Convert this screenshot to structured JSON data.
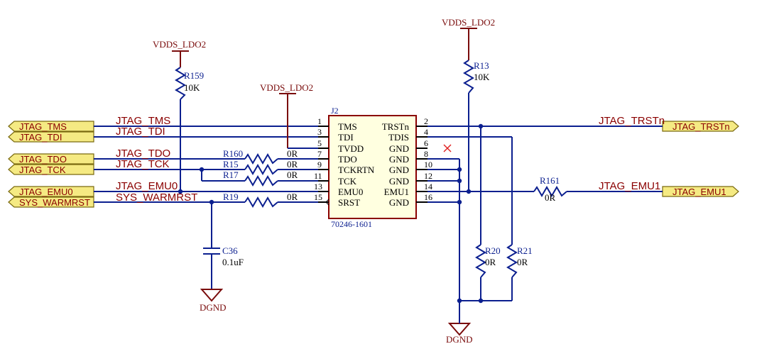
{
  "connector": {
    "refdes": "J2",
    "part": "70246-1601",
    "left_pins": [
      {
        "num": "1",
        "name": "TMS"
      },
      {
        "num": "3",
        "name": "TDI"
      },
      {
        "num": "5",
        "name": "TVDD"
      },
      {
        "num": "7",
        "name": "TDO"
      },
      {
        "num": "9",
        "name": "TCKRTN"
      },
      {
        "num": "11",
        "name": "TCK"
      },
      {
        "num": "13",
        "name": "EMU0"
      },
      {
        "num": "15",
        "name": "SRST"
      }
    ],
    "right_pins": [
      {
        "num": "2",
        "name": "TRSTn"
      },
      {
        "num": "4",
        "name": "TDIS"
      },
      {
        "num": "6",
        "name": "GND"
      },
      {
        "num": "8",
        "name": "GND"
      },
      {
        "num": "10",
        "name": "GND"
      },
      {
        "num": "12",
        "name": "GND"
      },
      {
        "num": "14",
        "name": "EMU1"
      },
      {
        "num": "16",
        "name": "GND"
      }
    ]
  },
  "ports_left": [
    "JTAG_TMS",
    "JTAG_TDI",
    "JTAG_TDO",
    "JTAG_TCK",
    "JTAG_EMU0",
    "SYS_WARMRST"
  ],
  "ports_right": [
    "JTAG_TRSTn",
    "JTAG_EMU1"
  ],
  "net_labels": {
    "tms": "JTAG_TMS",
    "tdi": "JTAG_TDI",
    "tdo": "JTAG_TDO",
    "tck": "JTAG_TCK",
    "emu0": "JTAG_EMU0",
    "warmrst": "SYS_WARMRST",
    "trstn": "JTAG_TRSTn",
    "emu1": "JTAG_EMU1"
  },
  "resistors": {
    "r159": {
      "ref": "R159",
      "value": "10K"
    },
    "r13": {
      "ref": "R13",
      "value": "10K"
    },
    "r160": {
      "ref": "R160",
      "value": "0R"
    },
    "r15": {
      "ref": "R15",
      "value": "0R"
    },
    "r17": {
      "ref": "R17",
      "value": "0R"
    },
    "r19": {
      "ref": "R19",
      "value": "0R"
    },
    "r161": {
      "ref": "R161",
      "value": "0R"
    },
    "r20": {
      "ref": "R20",
      "value": "0R"
    },
    "r21": {
      "ref": "R21",
      "value": "0R"
    }
  },
  "capacitor": {
    "ref": "C36",
    "value": "0.1uF"
  },
  "power_labels": {
    "left": "VDDS_LDO2",
    "middle": "VDDS_LDO2",
    "right": "VDDS_LDO2"
  },
  "ground_labels": {
    "left": "DGND",
    "right": "DGND"
  },
  "colors": {
    "wire": "#0b1f8f",
    "net_text": "#8a0000",
    "port_fill": "#f5ea83",
    "component_fill": "#ffffe0",
    "power": "#7a0c0c",
    "no_connect": "#e02020"
  }
}
